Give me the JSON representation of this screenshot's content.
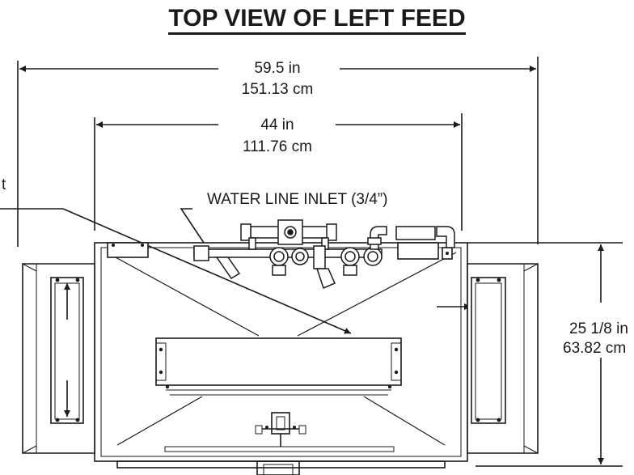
{
  "title": "TOP VIEW OF LEFT FEED",
  "dimensions": {
    "overall_width": {
      "imperial": "59.5 in",
      "metric": "151.13 cm"
    },
    "inner_width": {
      "imperial": "44 in",
      "metric": "111.76 cm"
    },
    "depth": {
      "imperial": "25 1/8 in",
      "metric": "63.82 cm"
    }
  },
  "callouts": {
    "water_inlet": "WATER LINE INLET (3/4”)",
    "left_cut_label": "t"
  }
}
